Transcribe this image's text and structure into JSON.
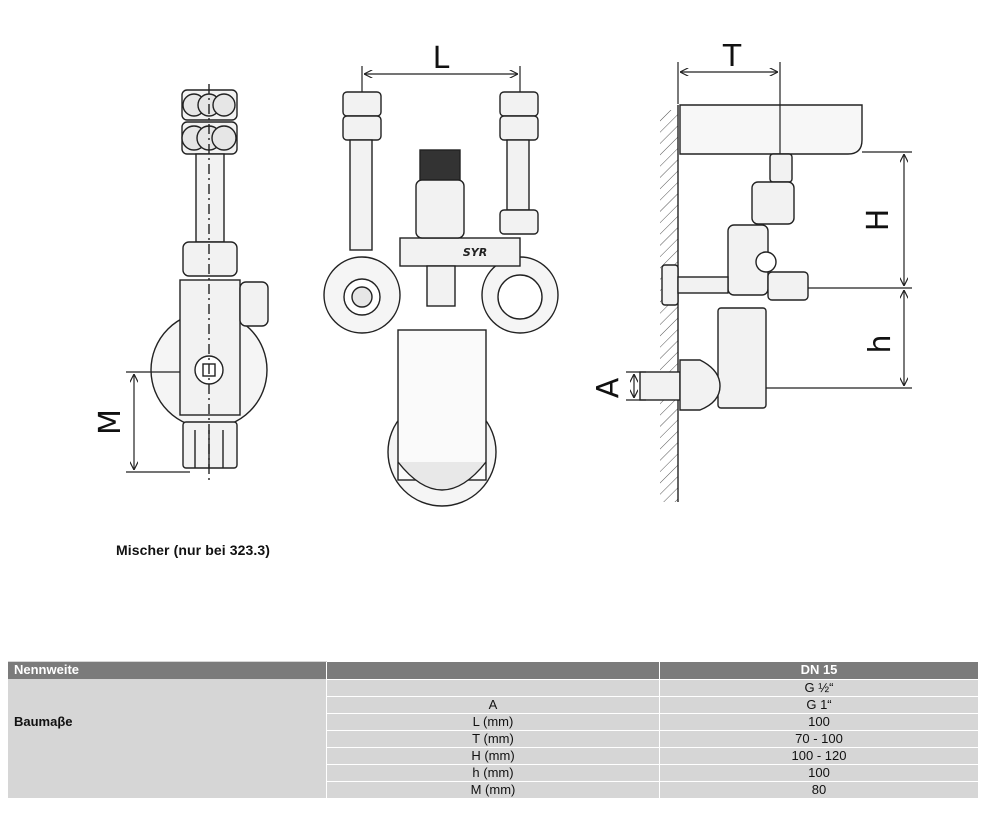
{
  "drawing": {
    "dim_L": "L",
    "dim_T": "T",
    "dim_H": "H",
    "dim_h": "h",
    "dim_A": "A",
    "dim_M": "M",
    "brand_mark": "SYR"
  },
  "caption": "Mischer (nur bei 323.3)",
  "table": {
    "header_label": "Nennweite",
    "header_value": "DN 15",
    "group_label": "Baumaβe",
    "rows": [
      {
        "param": "",
        "value": "G ½“"
      },
      {
        "param": "A",
        "value": "G 1“"
      },
      {
        "param": "L (mm)",
        "value": "100"
      },
      {
        "param": "T (mm)",
        "value": "70 - 100"
      },
      {
        "param": "H (mm)",
        "value": "100 - 120"
      },
      {
        "param": "h (mm)",
        "value": "100"
      },
      {
        "param": "M (mm)",
        "value": "80"
      }
    ]
  }
}
